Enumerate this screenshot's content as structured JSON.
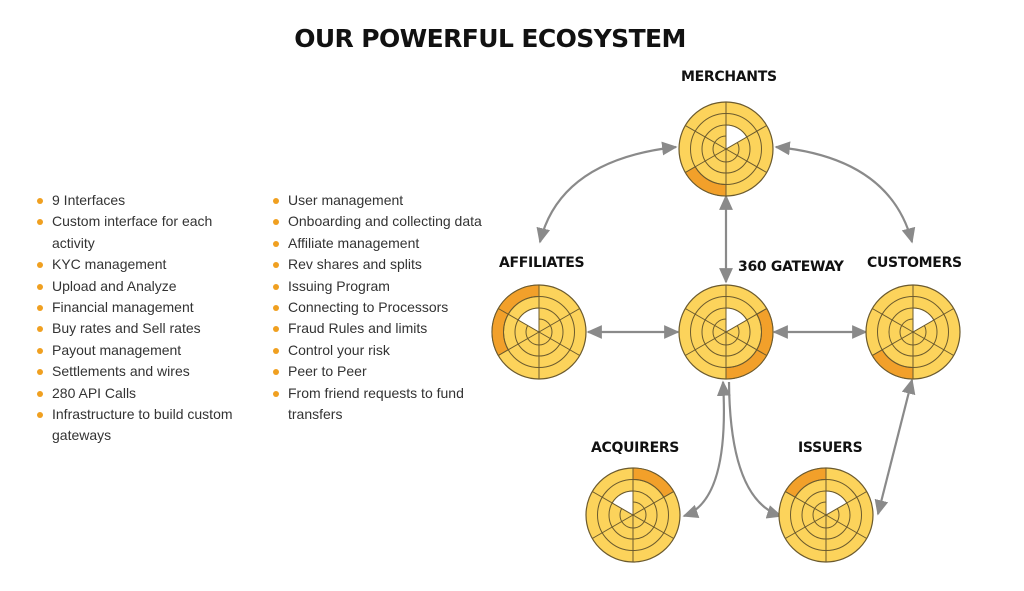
{
  "title": "OUR POWERFUL ECOSYSTEM",
  "features": {
    "column_1": [
      "9 Interfaces",
      "Custom interface for each activity",
      "KYC management",
      "Upload and Analyze",
      "Financial management",
      "Buy rates and Sell rates",
      "Payout management",
      "Settlements and wires",
      "280 API Calls",
      "Infrastructure to build custom gateways"
    ],
    "column_2": [
      "User management",
      "Onboarding and collecting data",
      "Affiliate management",
      "Rev shares and splits",
      "Issuing Program",
      "Connecting to Processors",
      "Fraud Rules and limits",
      "Control your risk",
      "Peer to Peer",
      "From friend requests to fund transfers"
    ]
  },
  "nodes": {
    "merchants": "MERCHANTS",
    "affiliates": "AFFILIATES",
    "gateway": "360 GATEWAY",
    "customers": "CUSTOMERS",
    "acquirers": "ACQUIRERS",
    "issuers": "ISSUERS"
  },
  "colors": {
    "bullet": "#f0a020",
    "wheel_fill": "#fcd35b",
    "wheel_highlight": "#f2a02a",
    "wheel_stroke": "#6b5a2e",
    "arrow": "#8a8a8a"
  }
}
